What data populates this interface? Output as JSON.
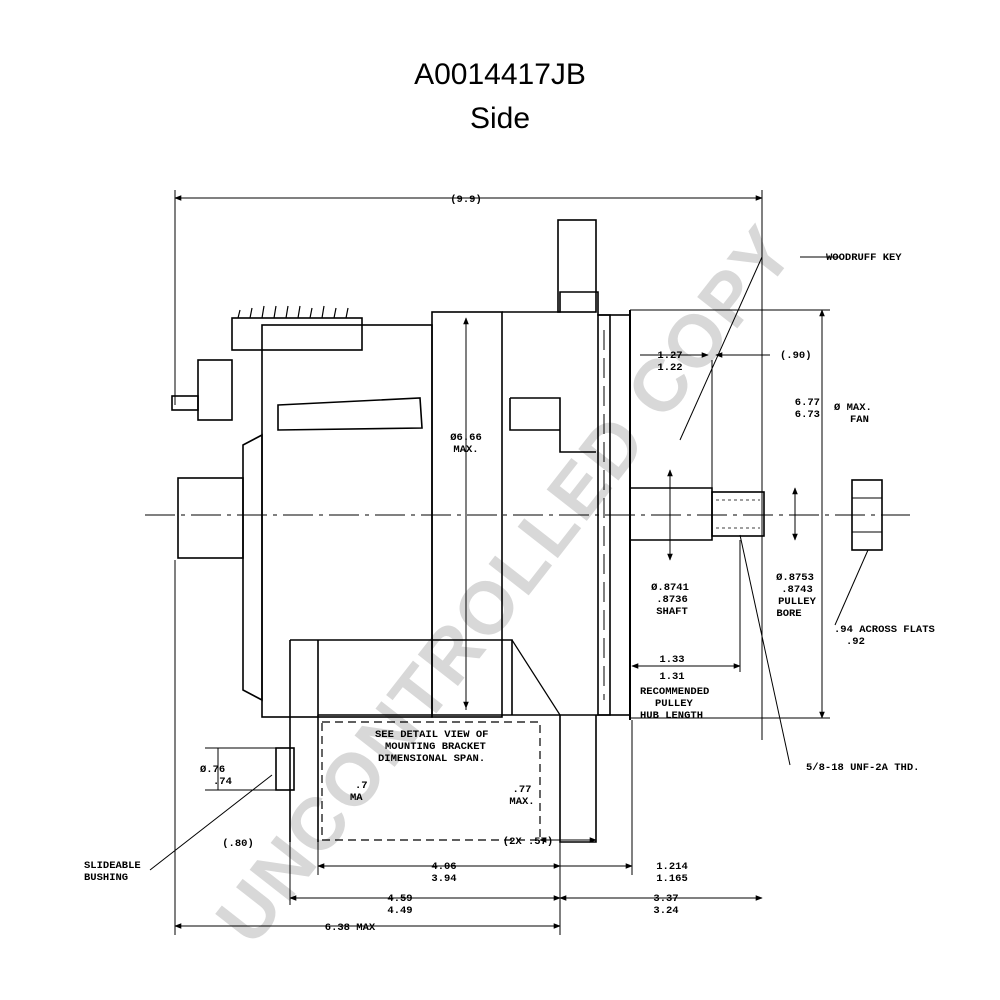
{
  "header": {
    "part_number": "A0014417JB",
    "view": "Side"
  },
  "watermark": "UNCONTROLLED COPY",
  "dimensions": {
    "overall_length": "(9.9)",
    "woodruff_key": "WOODRUFF KEY",
    "pulley_offset_top": "1.27",
    "pulley_offset_bottom": "1.22",
    "pulley_ref": "(.90)",
    "fan_dia_top": "6.77",
    "fan_dia_bottom": "6.73",
    "fan_max_label": "Ø MAX.",
    "fan_label": "FAN",
    "body_dia": "Ø6.66",
    "body_max": "MAX.",
    "shaft_dia_top": "Ø.8741",
    "shaft_dia_bottom": ".8736",
    "shaft_label": "SHAFT",
    "bore_dia_top": "Ø.8753",
    "bore_dia_bottom": ".8743",
    "bore_label_1": "PULLEY",
    "bore_label_2": "BORE",
    "flats_top": ".94 ACROSS FLATS",
    "flats_bottom": ".92",
    "hub_top": "1.33",
    "hub_bottom": "1.31",
    "hub_label_1": "RECOMMENDED",
    "hub_label_2": "PULLEY",
    "hub_label_3": "HUB LENGTH",
    "thread": "5/8-18 UNF-2A THD.",
    "detail_1": "SEE DETAIL VIEW OF",
    "detail_2": "MOUNTING BRACKET",
    "detail_3": "DIMENSIONAL SPAN.",
    "detail_dim_a": ".7",
    "detail_dim_a_max": "MA",
    "detail_dim_b": ".77",
    "detail_dim_b_max": "MAX.",
    "bushing_dia_top": "Ø.76",
    "bushing_dia_bottom": ".74",
    "bushing_label_1": "SLIDEABLE",
    "bushing_label_2": "BUSHING",
    "bushing_offset": "(.80)",
    "flange_width": "(2X .57)",
    "span_inner_top": "4.06",
    "span_inner_bottom": "3.94",
    "front_offset_top": "1.214",
    "front_offset_bottom": "1.165",
    "span_outer_top": "4.59",
    "span_outer_bottom": "4.49",
    "shaft_ext_top": "3.37",
    "shaft_ext_bottom": "3.24",
    "rear_max": "6.38 MAX"
  }
}
